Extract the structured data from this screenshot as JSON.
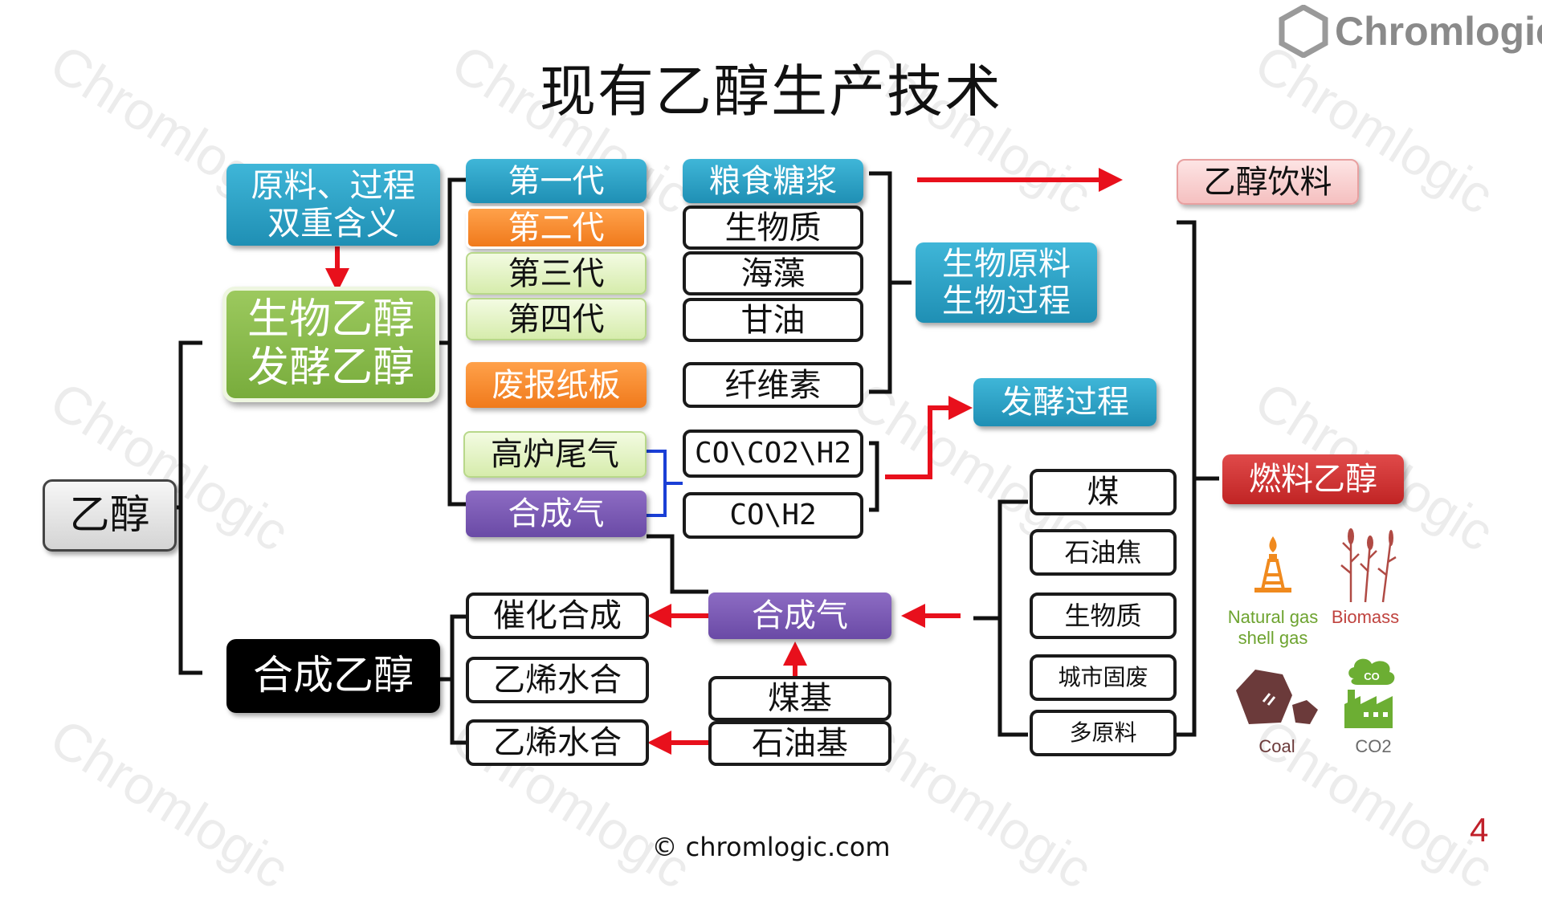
{
  "title": "现有乙醇生产技术",
  "brand": {
    "name": "Chromlogic",
    "watermark": "Chromlogic",
    "color": "#8a8a8a"
  },
  "footer": {
    "copyright": "© chromlogic.com",
    "page_number": "4"
  },
  "colors": {
    "teal": "#2aa3c8",
    "orange": "#f58a2a",
    "light_green": "#e2f2c4",
    "purple": "#7b5cb5",
    "green": "#86b84a",
    "red": "#cf3030",
    "arrow_red": "#e8101c",
    "connector_blue": "#1a3fd6"
  },
  "nodes": {
    "ethanol": "乙醇",
    "meaning_line1": "原料、过程",
    "meaning_line2": "双重含义",
    "bio_ethanol_line1": "生物乙醇",
    "bio_ethanol_line2": "发酵乙醇",
    "synthetic_ethanol": "合成乙醇",
    "gen1": "第一代",
    "gen2": "第二代",
    "gen3": "第三代",
    "gen4": "第四代",
    "waste_paper": "废报纸板",
    "blast_furnace_gas": "高炉尾气",
    "syngas_upper": "合成气",
    "grain_syrup": "粮食糖浆",
    "biomass": "生物质",
    "algae": "海藻",
    "glycerol": "甘油",
    "cellulose": "纤维素",
    "co_co2_h2": "CO\\CO2\\H2",
    "co_h2": "CO\\H2",
    "bio_feed_line1": "生物原料",
    "bio_feed_line2": "生物过程",
    "fermentation": "发酵过程",
    "beverage_ethanol": "乙醇饮料",
    "fuel_ethanol": "燃料乙醇",
    "catalytic_synthesis": "催化合成",
    "ethylene_hydration_1": "乙烯水合",
    "ethylene_hydration_2": "乙烯水合",
    "syngas_middle": "合成气",
    "coal_based": "煤基",
    "petroleum_based": "石油基",
    "coal": "煤",
    "petroleum_coke": "石油焦",
    "biomass_right": "生物质",
    "municipal_waste": "城市固废",
    "multi_feed": "多原料"
  },
  "icons": {
    "items": [
      {
        "name": "gas-well-icon",
        "label_line1": "Natural gas",
        "label_line2": "shell gas"
      },
      {
        "name": "biomass-plant-icon",
        "label": "Biomass"
      },
      {
        "name": "coal-icon",
        "label": "Coal"
      },
      {
        "name": "co2-factory-icon",
        "label": "CO2"
      }
    ]
  }
}
